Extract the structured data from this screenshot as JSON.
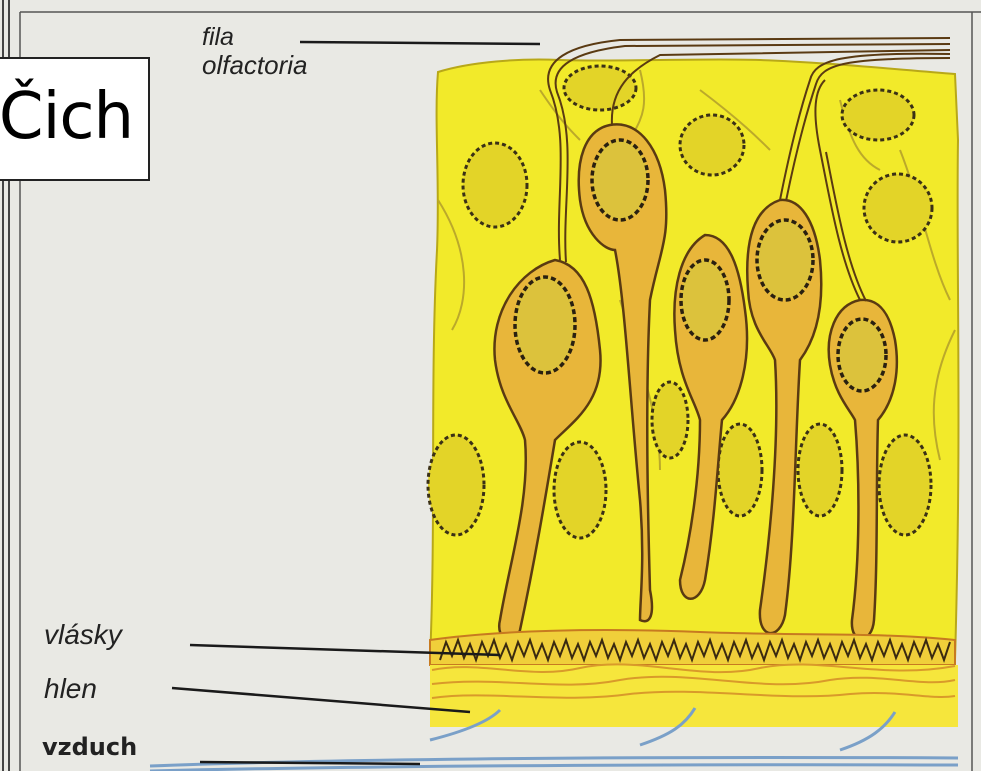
{
  "title": "Čich",
  "labels": {
    "fila_line1": "fila",
    "fila_line2": "olfactoria",
    "vlasky": "vlásky",
    "hlen": "hlen",
    "vzduch": "vzduch"
  },
  "colors": {
    "tissue": "#f2ea2a",
    "tissue_dark": "#d8c81c",
    "neuron": "#e6b438",
    "mucus": "#f6e63c",
    "air": "#8ab0d6",
    "background": "#e9e9e4"
  }
}
